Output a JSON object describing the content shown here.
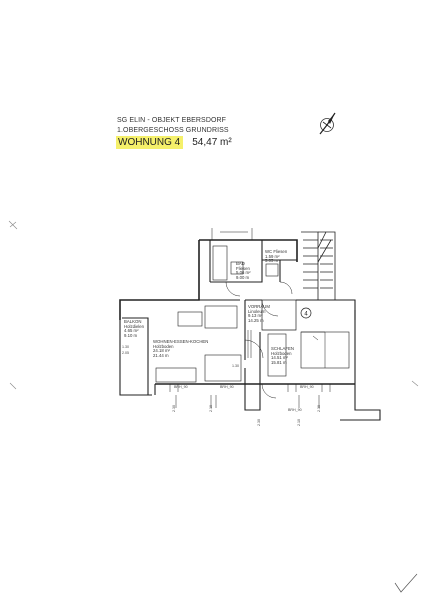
{
  "header": {
    "line1": "SG ELIN - OBJEKT EBERSDORF",
    "line2": "1.OBERGESCHOSS GRUNDRISS",
    "unit_label": "WOHNUNG 4",
    "unit_area": "54,47 m²"
  },
  "rooms": {
    "balkon": {
      "name": "BALKON",
      "floor": "Holzdielen",
      "area": "4.65 m²",
      "perimeter": "9.10 m"
    },
    "wohnen": {
      "name": "WOHNEN-ESSEN-KOCHEN",
      "floor": "Holzboden",
      "area": "24.18 m²",
      "perimeter": "21.44 m"
    },
    "bad": {
      "name": "BAD",
      "floor": "Fliesen",
      "area": "5.06 m²",
      "perimeter": "9.00 m"
    },
    "wc": {
      "name": "WC Fliesen",
      "area": "1.59 m²",
      "perimeter": "5.05 m"
    },
    "vorraum": {
      "name": "VORRAUM",
      "floor": "Linoleum",
      "area": "9.13 m²",
      "perimeter": "14.25 m"
    },
    "schlafen": {
      "name": "SCHLAFEN",
      "floor": "Holzboden",
      "area": "14.51 m²",
      "perimeter": "15.81 m"
    }
  },
  "unit_marker": "4",
  "dimensions": [
    "1.30",
    "1.30",
    "1.30",
    "2.05",
    "2.30",
    "2.10",
    "2.30",
    "2.10",
    "2.30"
  ],
  "heights": {
    "a": "BRH_90",
    "b": "BRH_90",
    "c": "BRH_90",
    "d": "BRH_90"
  },
  "icons": [
    "north-arrow-icon",
    "checkmark-icon",
    "punch-hole-marks"
  ]
}
